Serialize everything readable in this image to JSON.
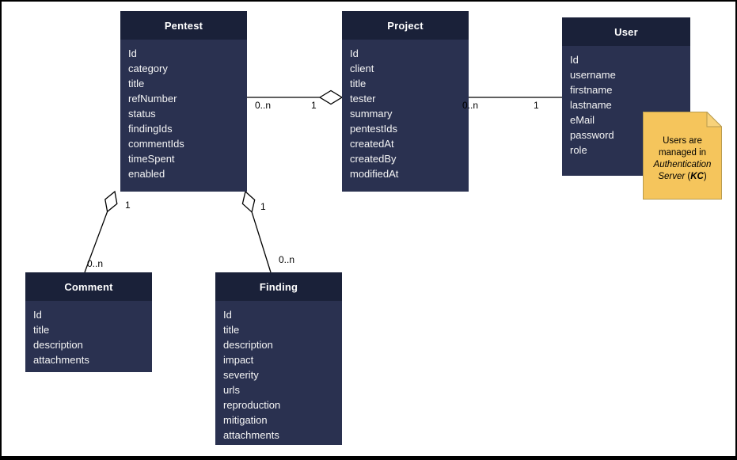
{
  "diagram": {
    "type": "uml-entity-relationship-diagram",
    "background": "#ffffff"
  },
  "entities": [
    {
      "title": "Pentest",
      "fields": [
        "Id",
        "category",
        "title",
        "refNumber",
        "status",
        "findingIds",
        "commentIds",
        "timeSpent",
        "enabled"
      ]
    },
    {
      "title": "Project",
      "fields": [
        "Id",
        "client",
        "title",
        "tester",
        "summary",
        "pentestIds",
        "createdAt",
        "createdBy",
        "modifiedAt"
      ]
    },
    {
      "title": "User",
      "fields": [
        "Id",
        "username",
        "firstname",
        "lastname",
        "eMail",
        "password",
        "role"
      ]
    },
    {
      "title": "Comment",
      "fields": [
        "Id",
        "title",
        "description",
        "attachments"
      ]
    },
    {
      "title": "Finding",
      "fields": [
        "Id",
        "title",
        "description",
        "impact",
        "severity",
        "urls",
        "reproduction",
        "mitigation",
        "attachments"
      ]
    }
  ],
  "relationships": [
    {
      "from": "Pentest",
      "to": "Project",
      "source_label": "0..n",
      "target_label": "1",
      "diamond_at": "Project"
    },
    {
      "from": "Project",
      "to": "User",
      "source_label": "0..n",
      "target_label": "1",
      "diamond_at": "none"
    },
    {
      "from": "Pentest",
      "to": "Comment",
      "source_label": "1",
      "target_label": "0..n",
      "diamond_at": "Pentest"
    },
    {
      "from": "Pentest",
      "to": "Finding",
      "source_label": "1",
      "target_label": "0..n",
      "diamond_at": "Pentest"
    }
  ],
  "note": {
    "line1": "Users are",
    "line2": "managed in",
    "line3": "Authentication",
    "line4_italic": "Server",
    "line4_mid": " (",
    "line4_bold": "KC",
    "line4_end": ")"
  },
  "colors": {
    "entity_header": "#1A2139",
    "entity_body": "#2A3150",
    "entity_text": "#F5F5F5",
    "note_fill": "#F5C55C",
    "note_border": "#B89B4E",
    "line": "#000000",
    "canvas_border": "#000000"
  }
}
